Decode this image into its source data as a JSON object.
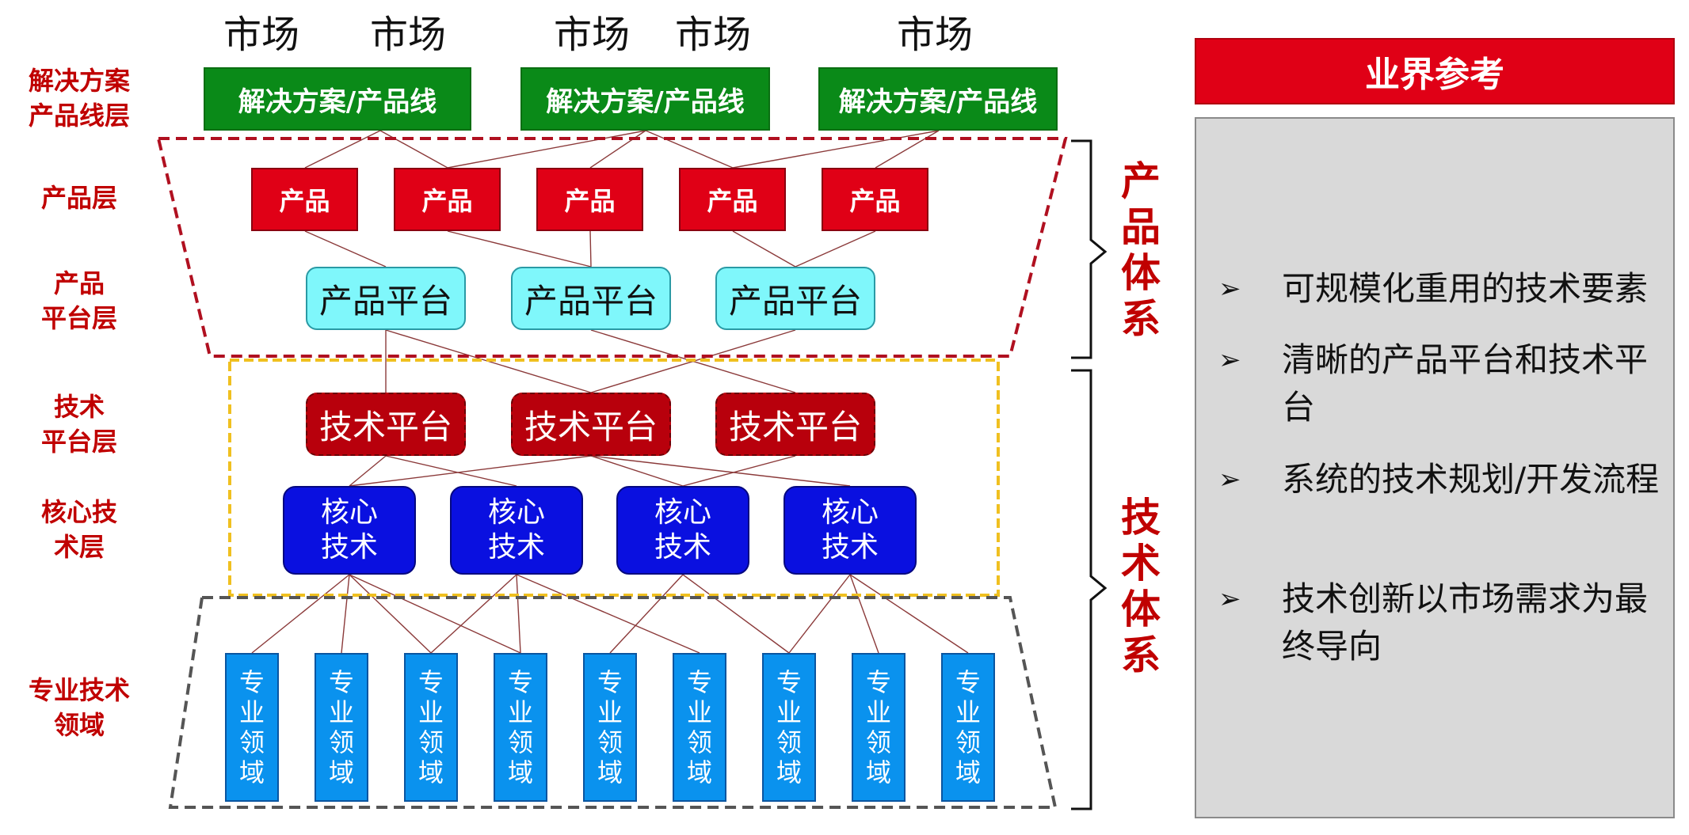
{
  "markets": [
    "市场",
    "市场",
    "市场",
    "市场",
    "市场"
  ],
  "layer_labels": {
    "solution": "解决方案\n产品线层",
    "product": "产品层",
    "product_platform": "产品\n平台层",
    "tech_platform": "技术\n平台层",
    "core_tech": "核心技\n术层",
    "domain": "专业技术\n领域"
  },
  "solutions": [
    "解决方案/产品线",
    "解决方案/产品线",
    "解决方案/产品线"
  ],
  "products": [
    "产品",
    "产品",
    "产品",
    "产品",
    "产品"
  ],
  "product_platforms": [
    "产品平台",
    "产品平台",
    "产品平台"
  ],
  "tech_platforms": [
    "技术平台",
    "技术平台",
    "技术平台"
  ],
  "core_techs": [
    "核心\n技术",
    "核心\n技术",
    "核心\n技术",
    "核心\n技术"
  ],
  "domains": [
    "专\n业\n领\n域",
    "专\n业\n领\n域",
    "专\n业\n领\n域",
    "专\n业\n领\n域",
    "专\n业\n领\n域",
    "专\n业\n领\n域",
    "专\n业\n领\n域",
    "专\n业\n领\n域",
    "专\n业\n领\n域"
  ],
  "systems": {
    "product_system": "产\n品\n体\n系",
    "tech_system": "技\n术\n体\n系"
  },
  "reference": {
    "header": "业界参考",
    "bullet_glyph": "➢",
    "items": [
      "可规模化重用的技术要素",
      "清晰的产品平台和技术平台",
      "系统的技术规划/开发流程",
      "技术创新以市场需求为最终导向"
    ]
  },
  "colors": {
    "solution": "#0a8a18",
    "product": "#e00016",
    "product_platform": "#7ff7fb",
    "tech_platform": "#b8000c",
    "core_tech": "#0a10e0",
    "domain": "#0a92ee",
    "label_red": "#c00000",
    "product_frame": "#b01020",
    "tech_frame": "#f0c020",
    "domain_frame": "#555555",
    "connector": "#8b3a3a"
  }
}
